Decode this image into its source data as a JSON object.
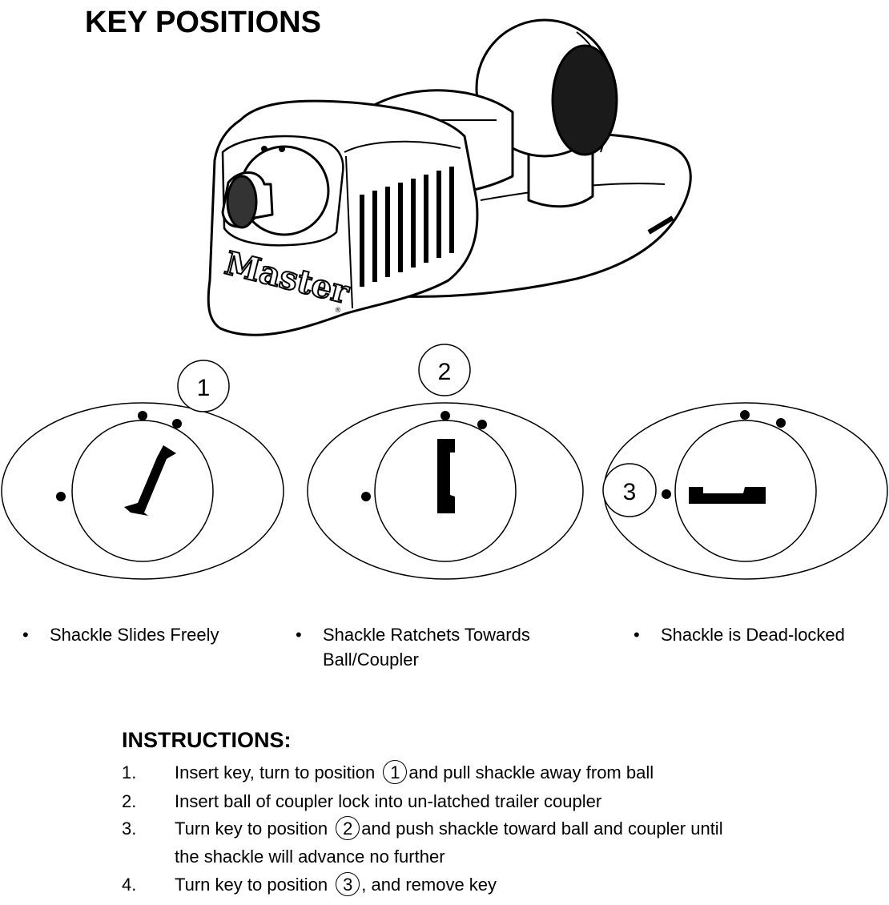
{
  "title": "KEY POSITIONS",
  "product": {
    "logo_text": "Master",
    "registered_mark": "®"
  },
  "positions": [
    {
      "number": "1",
      "description": "Shackle Slides Freely"
    },
    {
      "number": "2",
      "description": "Shackle Ratchets Towards Ball/Coupler"
    },
    {
      "number": "3",
      "description": "Shackle is Dead-locked"
    }
  ],
  "bullet_glyph": "•",
  "instructions": {
    "heading": "INSTRUCTIONS:",
    "steps": [
      {
        "num": "1.",
        "before": "Insert key, turn to position",
        "position": "1",
        "after": "and pull shackle away from ball"
      },
      {
        "num": "2.",
        "before": "Insert ball of coupler lock into un-latched trailer coupler",
        "position": "",
        "after": ""
      },
      {
        "num": "3.",
        "before": "Turn key to position",
        "position": "2",
        "after": "and push shackle toward ball and coupler until the shackle will advance no further"
      },
      {
        "num": "4.",
        "before": "Turn key to position",
        "position": "3",
        "after": ", and remove key"
      }
    ]
  }
}
